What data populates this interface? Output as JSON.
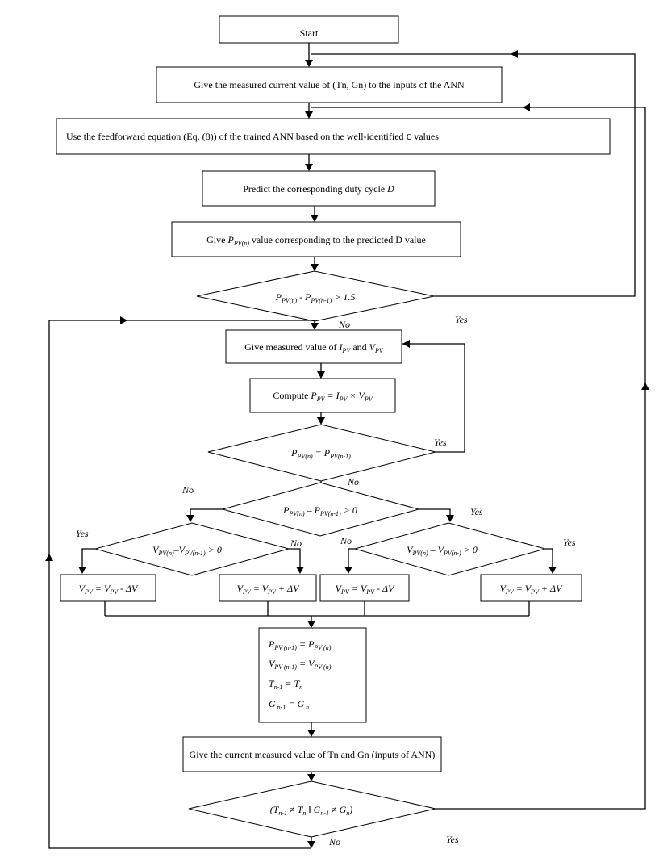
{
  "flowchart": {
    "start": "Start",
    "give_measured": "Give the measured current value of (Tn, Gn) to the inputs of the ANN",
    "feedforward_pre": "Use the feedforward equation (Eq. (8)) of the trained ANN based on the well-identified ",
    "feedforward_c": "c",
    "feedforward_post": " values",
    "predict_pre": "Predict the corresponding duty cycle ",
    "predict_d": "D",
    "give_p_pre": "Give ",
    "give_p_p": "P",
    "give_p_sub": "PV(n)",
    "give_p_post": " value corresponding to the predicted D value",
    "dec1_p1": "P",
    "dec1_s1": "PV(n)",
    "dec1_mid": " - P",
    "dec1_s2": "PV(n-1)",
    "dec1_post": " > 1.5",
    "no": "No",
    "yes": "Yes",
    "give_iv_pre": "Give measured value of ",
    "give_iv_i": "I",
    "give_iv_isub": "PV",
    "give_iv_and": " and ",
    "give_iv_v": "V",
    "give_iv_vsub": "PV",
    "compute_pre": "Compute ",
    "compute_p": "P",
    "compute_psub": "PV",
    "compute_eq": " = I",
    "compute_isub": "PV",
    "compute_times": " × V",
    "compute_vsub": "PV",
    "dec2_p1": "P",
    "dec2_s1": "PV(n)",
    "dec2_mid": " = P",
    "dec2_s2": "PV(n-1)",
    "dec3_p1": "P",
    "dec3_s1": "PV(n)",
    "dec3_mid": " – P",
    "dec3_s2": "PV(n-1)",
    "dec3_post": " > 0",
    "dec4_v1": "V",
    "dec4_s1": "PV(n)",
    "dec4_mid": "–V",
    "dec4_s2": "PV(n-1)",
    "dec4_post": " > 0",
    "dec5_v1": "V",
    "dec5_s1": "PV(n)",
    "dec5_mid": " – V",
    "dec5_s2": "PV(n-)",
    "dec5_post": " > 0",
    "vminus_v": "V",
    "vminus_s": "PV",
    "vminus_eq": " = V",
    "vminus_post": " - ΔV",
    "vplus_v": "V",
    "vplus_s": "PV",
    "vplus_eq": " = V",
    "vplus_post": " + ΔV",
    "upd1_p": "P",
    "upd1_s1": "PV (n-1)",
    "upd1_eq": " = P",
    "upd1_s2": "PV (n)",
    "upd2_v": "V",
    "upd2_s1": "PV (n-1)",
    "upd2_eq": " = V",
    "upd2_s2": "PV (n)",
    "upd3_t": "T",
    "upd3_s1": "n-1",
    "upd3_eq": " = T",
    "upd3_s2": "n",
    "upd4_g": "G",
    "upd4_s1": " n-1",
    "upd4_eq": " = G",
    "upd4_s2": " n",
    "give_current": "Give the current measured value of Tn and Gn (inputs of ANN)",
    "dec6_open": "(",
    "dec6_t1": "T",
    "dec6_s1": "n-1",
    "dec6_ne1": " ≠ T",
    "dec6_s2": "n",
    "dec6_or": " ‖ G",
    "dec6_s3": "n-1",
    "dec6_ne2": " ≠ G",
    "dec6_s4": "n",
    "dec6_close": ")"
  }
}
